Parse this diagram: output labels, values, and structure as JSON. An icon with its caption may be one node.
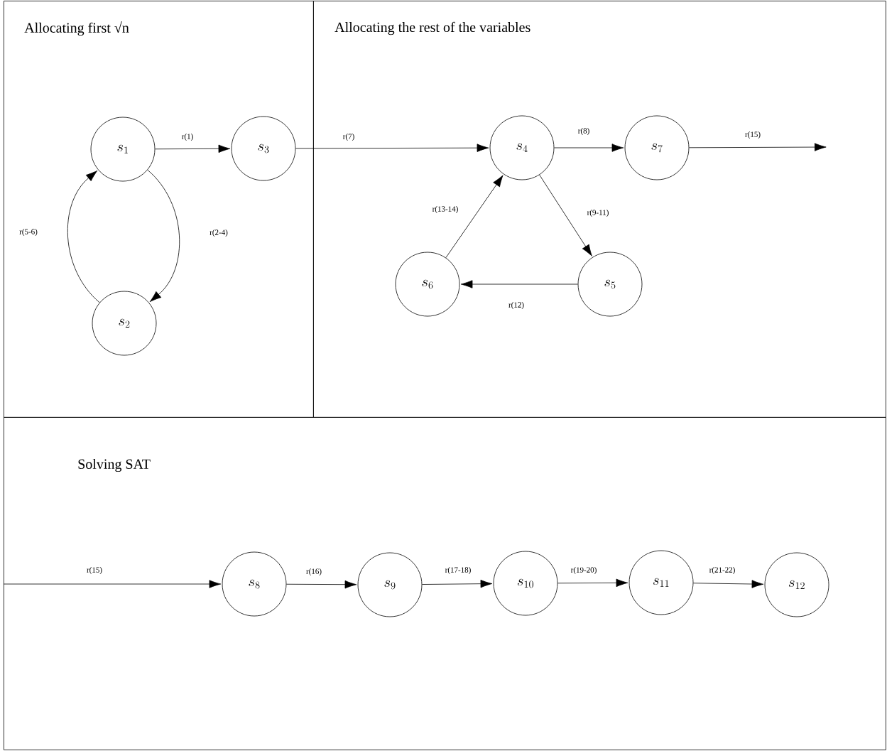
{
  "diagram": {
    "nodes": [
      {
        "text": [
          "Allocating first √n"
        ]
      },
      {
        "text": [
          "Allocating the rest of the variables"
        ]
      },
      {
        "text": [
          "Solving SAT"
        ]
      },
      {
        "text": [
          "s_{1}"
        ],
        "in": 0
      },
      {
        "text": [
          "s_{2}"
        ],
        "in": 0
      },
      {
        "text": [
          "s_{3}"
        ],
        "in": 0
      },
      {
        "text": [
          "s_{4}"
        ],
        "in": 1
      },
      {
        "text": [
          "s_{5}"
        ],
        "in": 1
      },
      {
        "text": [
          "s_{6}"
        ],
        "in": 1
      },
      {
        "text": [
          "s_{7}"
        ],
        "in": 1
      },
      {
        "text": [
          "s_{8}"
        ],
        "in": 2
      },
      {
        "text": [
          "s_{9}"
        ],
        "in": 2
      },
      {
        "text": [
          "s_{10}"
        ],
        "in": 2
      },
      {
        "text": [
          "s_{11}"
        ],
        "in": 2
      },
      {
        "text": [
          "s_{12}"
        ],
        "in": 2
      }
    ],
    "edges": [
      {
        "from": 3,
        "to": 5,
        "arrow": "to",
        "label": "r(1)"
      },
      {
        "from": 3,
        "to": 4,
        "arrow": "to",
        "label": "r(2-4)"
      },
      {
        "from": 4,
        "to": 3,
        "arrow": "to",
        "label": "r(5-6)"
      },
      {
        "from": 5,
        "to": 6,
        "arrow": "to",
        "label": "r(7)"
      },
      {
        "from": 6,
        "to": 9,
        "arrow": "to",
        "label": "r(8)"
      },
      {
        "from": 9,
        "to": null,
        "arrow": "to",
        "label": "r(15)"
      },
      {
        "from": 6,
        "to": 7,
        "arrow": "to",
        "label": "r(9-11)"
      },
      {
        "from": 7,
        "to": 8,
        "arrow": "to",
        "label": "r(12)"
      },
      {
        "from": 8,
        "to": 6,
        "arrow": "to",
        "label": "r(13-14)"
      },
      {
        "from": null,
        "to": 10,
        "arrow": "to",
        "label": "r(15)"
      },
      {
        "from": 10,
        "to": 11,
        "arrow": "to",
        "label": "r(16)"
      },
      {
        "from": 11,
        "to": 12,
        "arrow": "to",
        "label": "r(17-18)"
      },
      {
        "from": 12,
        "to": 13,
        "arrow": "to",
        "label": "r(19-20)"
      },
      {
        "from": 13,
        "to": 14,
        "arrow": "to",
        "label": "r(21-22)"
      }
    ]
  }
}
